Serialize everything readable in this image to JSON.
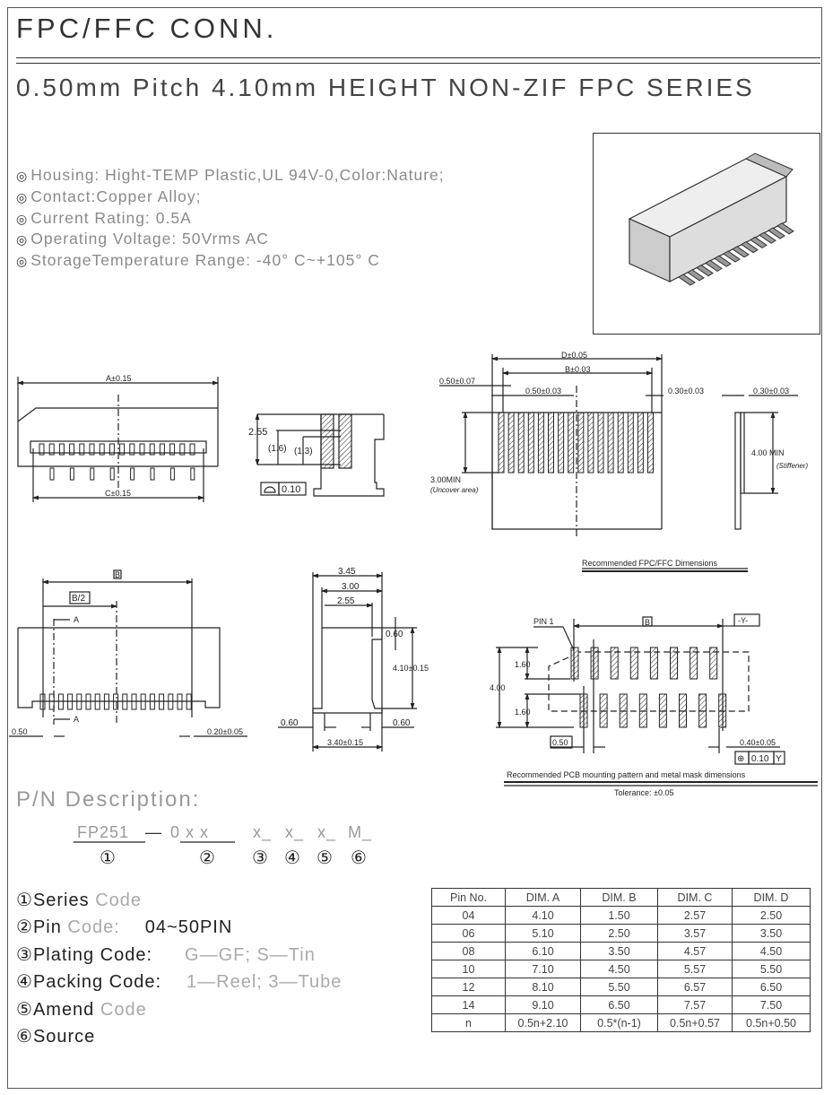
{
  "header": {
    "title": "FPC/FFC CONN.",
    "subtitle": "0.50mm Pitch 4.10mm HEIGHT NON-ZIF FPC SERIES"
  },
  "specs": {
    "bullet": "◎",
    "items": [
      "Housing: Hight-TEMP Plastic,UL 94V-0,Color:Nature;",
      "Contact:Copper Alloy;",
      "Current Rating: 0.5A",
      "Operating Voltage: 50Vrms AC",
      "StorageTemperature Range: -40° C~+105° C"
    ]
  },
  "front_view": {
    "dim_a": "A±0.15",
    "dim_c": "C±0.15"
  },
  "side_view": {
    "h": "2.55",
    "h1": "(1.6)",
    "h2": "(1.3)",
    "flatness": "0.10"
  },
  "fpc": {
    "dim_d": "D±0.05",
    "dim_b": "B±0.03",
    "edge": "0.50±0.07",
    "pitch": "0.50±0.03",
    "width": "0.30±0.03",
    "uncover": "3.00MIN",
    "uncover_note": "(Uncover area)",
    "thickness": "0.30±0.03",
    "stiffener": "4.00  MIN",
    "stiffener_note": "(Stiffener)"
  },
  "bottom_view": {
    "b": "B",
    "b_half": "B/2",
    "section": "A",
    "pitch": "0.50",
    "pin_w": "0.20±0.05"
  },
  "side_dims": {
    "d1": "3.45",
    "d2": "3.00",
    "d3": "2.55",
    "d4": "0.60",
    "height": "4.10±0.15",
    "left": "0.60",
    "right": "0.60",
    "base": "3.40±0.15"
  },
  "pcb": {
    "fpc_title": "Recommended FPC/FFC Dimensions",
    "pin1": "PIN 1",
    "b": "B",
    "datum": "-Y-",
    "h_total": "4.00",
    "h_top": "1.60",
    "h_bot": "1.60",
    "pitch": "0.50",
    "pad_w": "0.40±0.05",
    "tol_sym": "⊕",
    "tol_val": "0.10",
    "tol_ref": "Y",
    "title": "Recommended PCB mounting pattern and metal mask dimensions",
    "tolerance": "Tolerance:  ±0.05"
  },
  "pn": {
    "title": "P/N Description:",
    "code": {
      "series": "FP251",
      "dash": "—",
      "pins": "0  x  x",
      "plating": "x_",
      "packing": "x_",
      "amend": "x_",
      "source": "M_"
    },
    "markers": [
      "①",
      "②",
      "③",
      "④",
      "⑤",
      "⑥"
    ],
    "legend": [
      {
        "num": "①",
        "label": "Series",
        "extra": "Code",
        "value": ""
      },
      {
        "num": "②",
        "label": "Pin",
        "extra": "Code:",
        "value": "04~50PIN"
      },
      {
        "num": "③",
        "label": "Plating  Code:",
        "extra": "",
        "value": "G—GF; S—Tin"
      },
      {
        "num": "④",
        "label": "Packing  Code:",
        "extra": "",
        "value": "1—Reel; 3—Tube"
      },
      {
        "num": "⑤",
        "label": "Amend",
        "extra": "Code",
        "value": ""
      },
      {
        "num": "⑥",
        "label": "Source",
        "extra": "",
        "value": ""
      }
    ]
  },
  "table": {
    "headers": [
      "Pin No.",
      "DIM. A",
      "DIM. B",
      "DIM. C",
      "DIM. D"
    ],
    "rows": [
      [
        "04",
        "4.10",
        "1.50",
        "2.57",
        "2.50"
      ],
      [
        "06",
        "5.10",
        "2.50",
        "3.57",
        "3.50"
      ],
      [
        "08",
        "6.10",
        "3.50",
        "4.57",
        "4.50"
      ],
      [
        "10",
        "7.10",
        "4.50",
        "5.57",
        "5.50"
      ],
      [
        "12",
        "8.10",
        "5.50",
        "6.57",
        "6.50"
      ],
      [
        "14",
        "9.10",
        "6.50",
        "7.57",
        "7.50"
      ],
      [
        "n",
        "0.5n+2.10",
        "0.5*(n-1)",
        "0.5n+0.57",
        "0.5n+0.50"
      ]
    ]
  }
}
